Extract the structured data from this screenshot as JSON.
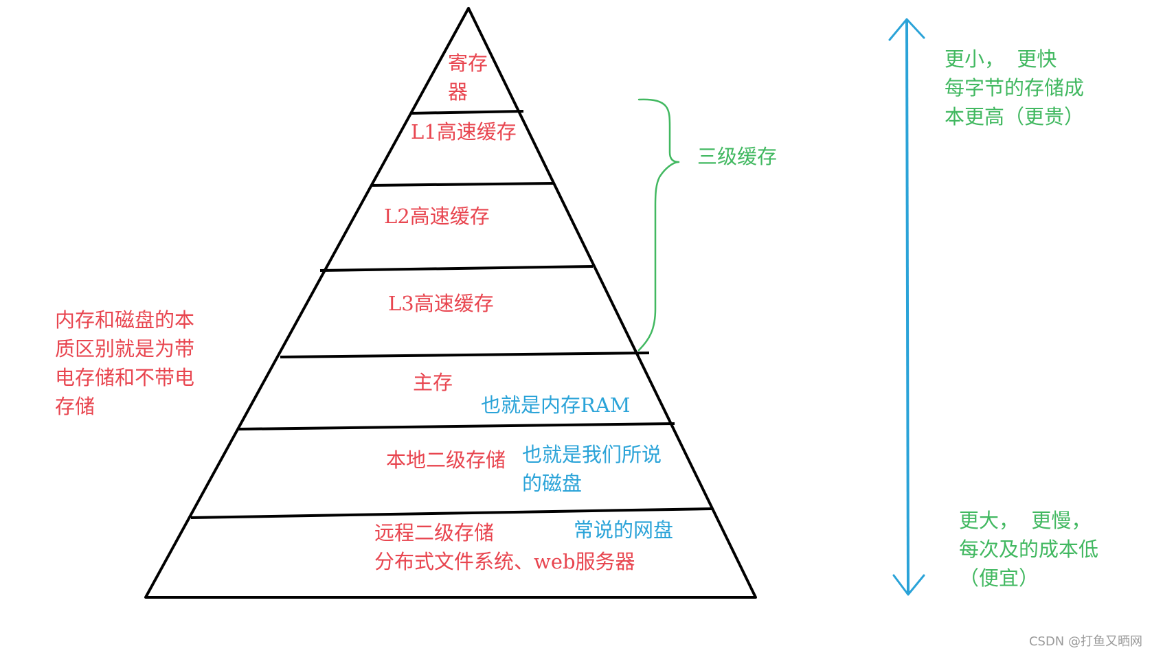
{
  "levels": [
    {
      "label": "寄存",
      "label2": "器"
    },
    {
      "label": "L1高速缓存"
    },
    {
      "label": "L2高速缓存"
    },
    {
      "label": "L3高速缓存"
    },
    {
      "label": "主存",
      "note": "也就是内存RAM"
    },
    {
      "label": "本地二级存储",
      "note": "也就是我们所说",
      "note2": "的磁盘"
    },
    {
      "label": "远程二级存储",
      "label2": "分布式文件系统、web服务器",
      "note": "常说的网盘"
    }
  ],
  "cache_brace_label": "三级缓存",
  "side_note": [
    "内存和磁盘的本",
    "质区别就是为带",
    "电存储和不带电",
    "存储"
  ],
  "top_note": [
    "更小，  更快",
    "每字节的存储成",
    "本更高（更贵）"
  ],
  "bottom_note": [
    "更大，  更慢，",
    "每次及的成本低",
    "（便宜）"
  ],
  "watermark": "CSDN @打鱼又晒网",
  "colors": {
    "pyramid": "#000000",
    "label_red": "#e8454f",
    "note_blue": "#2aa3d8",
    "brace_green": "#41b860",
    "arrow_blue": "#2aa3d8"
  }
}
